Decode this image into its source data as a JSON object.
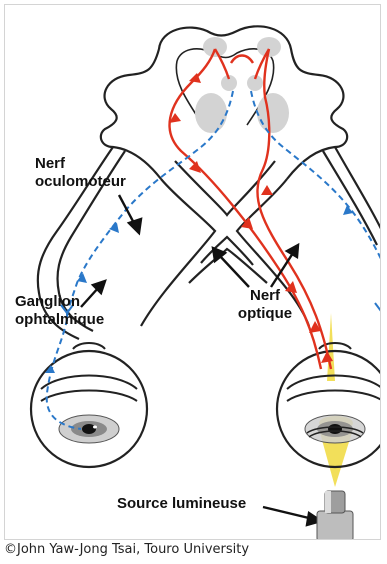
{
  "labels": {
    "oculomotor_nerve_line1": "Nerf",
    "oculomotor_nerve_line2": "oculomoteur",
    "ciliary_ganglion_line1": "Ganglion",
    "ciliary_ganglion_line2": "ophtalmique",
    "optic_nerve_line1": "Nerf",
    "optic_nerve_line2": "optique",
    "light_source": "Source lumineuse"
  },
  "credit": "©John Yaw-Jong Tsai, Touro University",
  "colors": {
    "afferent_pathway": "#e0321e",
    "efferent_pathway": "#2a78c9",
    "light_beam": "#f2df5a",
    "outline": "#222222",
    "nuclei_fill": "#d3d3d3"
  }
}
